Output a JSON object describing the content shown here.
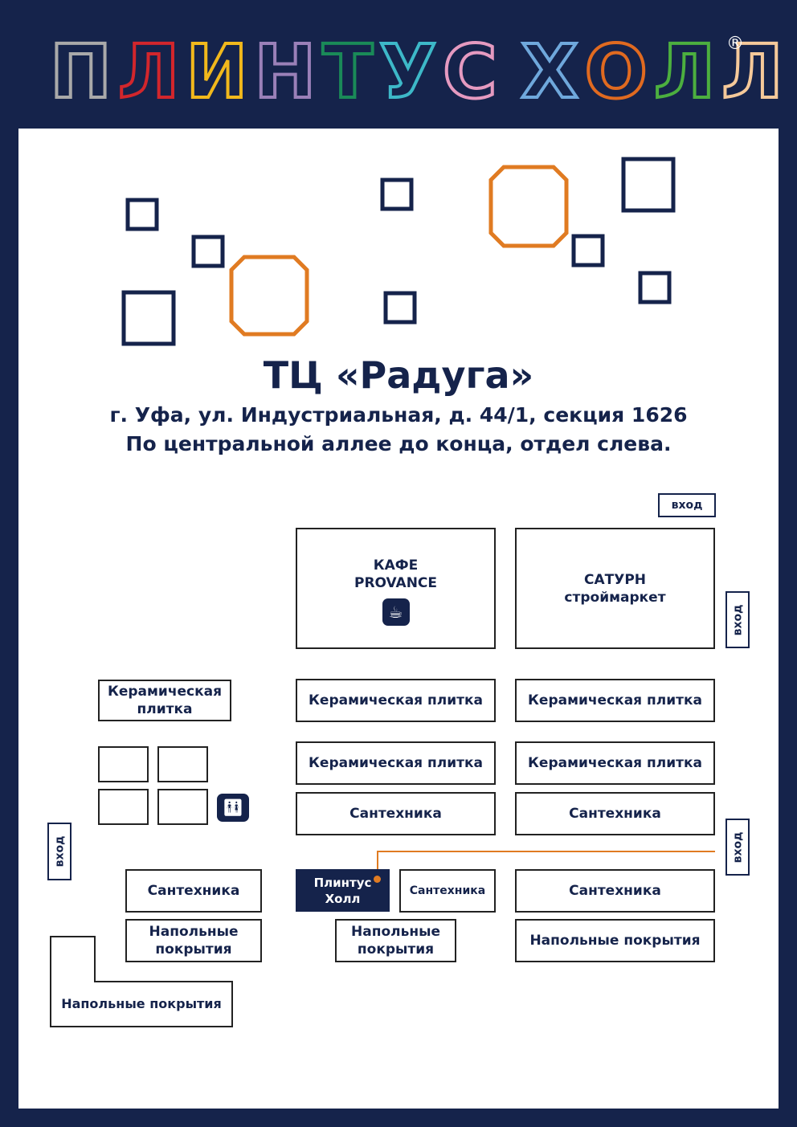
{
  "brand": {
    "letters": [
      "П",
      "Л",
      "И",
      "Н",
      "Т",
      "У",
      "С",
      " ",
      "Х",
      "О",
      "Л",
      "Л"
    ],
    "colors": [
      "#a9a9a9",
      "#d2262c",
      "#f1b81c",
      "#9a80b8",
      "#1a8a58",
      "#3db8c8",
      "#e59ac0",
      "",
      "#6fa8dc",
      "#e06a20",
      "#4caf3f",
      "#f5c99a"
    ],
    "name": "ПЛИНТУС ХОЛЛ",
    "registered": "®"
  },
  "title": "ТЦ «Радуга»",
  "address": "г. Уфа, ул. Индустриальная, д. 44/1, секция 1626",
  "directions": "По центральной аллее до конца, отдел слева.",
  "map": {
    "entrance": "вход",
    "cafe": {
      "line1": "КАФЕ",
      "line2": "PROVANCE",
      "icon": "coffee-cup-icon"
    },
    "saturn": {
      "line1": "САТУРН",
      "line2": "строймаркет"
    },
    "ceramic": "Керамическая плитка",
    "ceramic_l1": "Керамическая",
    "ceramic_l2": "плитка",
    "plumbing": "Сантехника",
    "floor": "Напольные покрытия",
    "floor_l1": "Напольные",
    "floor_l2": "покрытия",
    "store_l1": "Плинтус",
    "store_l2": "Холл",
    "wc_icon": "restroom-icon",
    "accent": "#e07b22"
  }
}
